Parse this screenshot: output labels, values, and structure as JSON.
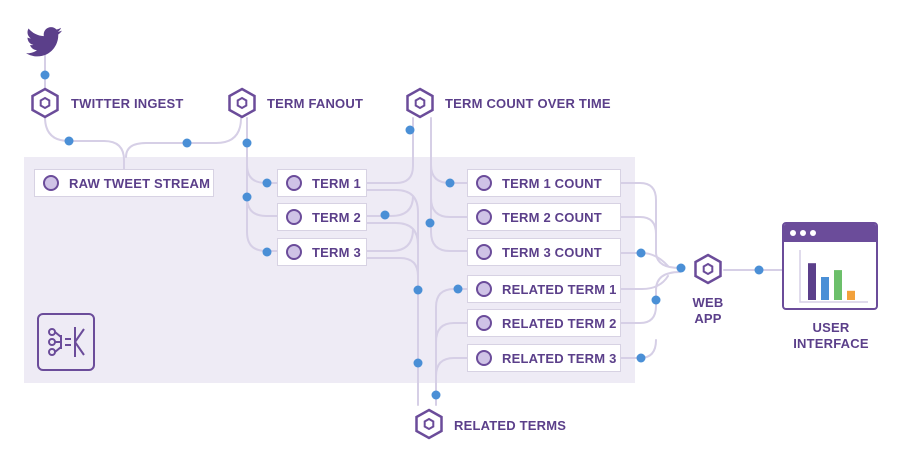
{
  "colors": {
    "wire": "#d6cfe6",
    "dot": "#4a8fd6",
    "accent": "#6b4c9a",
    "text": "#5b3f8a",
    "panel": "#eeebf5",
    "bars": [
      "#5b3f8a",
      "#4a8fd6",
      "#6cbf6a",
      "#f2a13b"
    ]
  },
  "services": {
    "twitter_ingest": "TWITTER INGEST",
    "term_fanout": "TERM FANOUT",
    "term_count_over_time": "TERM COUNT OVER TIME",
    "related_terms": "RELATED TERMS",
    "web_app_line1": "WEB",
    "web_app_line2": "APP",
    "user_interface_line1": "USER",
    "user_interface_line2": "INTERFACE"
  },
  "topics": {
    "raw_tweet_stream": "RAW TWEET STREAM",
    "terms": [
      "TERM 1",
      "TERM 2",
      "TERM 3"
    ],
    "term_counts": [
      "TERM 1 COUNT",
      "TERM 2 COUNT",
      "TERM 3 COUNT"
    ],
    "related_terms": [
      "RELATED TERM 1",
      "RELATED TERM 2",
      "RELATED TERM 3"
    ]
  },
  "icons": {
    "source": "twitter-bird-icon",
    "service": "hexagon-icon",
    "platform": "kafka-streams-icon",
    "ui": "browser-chart-icon"
  },
  "ui_chart_bars": [
    0.8,
    0.5,
    0.65,
    0.2
  ]
}
